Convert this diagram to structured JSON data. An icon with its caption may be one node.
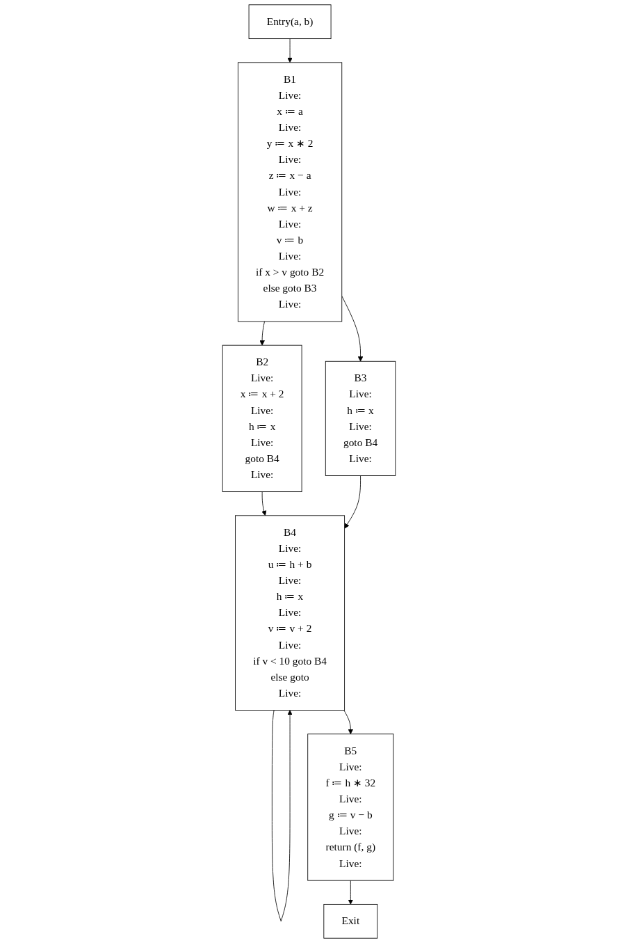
{
  "diagram": {
    "nodes": [
      {
        "text": [
          "Entry(a, b)"
        ]
      },
      {
        "text": [
          "B1",
          "Live:",
          "x ≔ a",
          "Live:",
          "y ≔ x ∗ 2",
          "Live:",
          "z ≔ x − a",
          "Live:",
          "w ≔ x + z",
          "Live:",
          "v ≔ b",
          "Live:",
          "if x > v goto B2",
          "else goto B3",
          "Live:"
        ]
      },
      {
        "text": [
          "B2",
          "Live:",
          "x ≔ x + 2",
          "Live:",
          "h ≔ x",
          "Live:",
          "goto B4",
          "Live:"
        ]
      },
      {
        "text": [
          "B3",
          "Live:",
          "h ≔ x",
          "Live:",
          "goto B4",
          "Live:"
        ]
      },
      {
        "text": [
          "B4",
          "Live:",
          "u ≔ h + b",
          "Live:",
          "h ≔ x",
          "Live:",
          "v ≔ v + 2",
          "Live:",
          "if v < 10 goto B4",
          "else goto",
          "Live:"
        ]
      },
      {
        "text": [
          "B5",
          "Live:",
          "f ≔ h ∗ 32",
          "Live:",
          "g ≔ v − b",
          "Live:",
          "return (f, g)",
          "Live:"
        ]
      },
      {
        "text": [
          "Exit"
        ]
      }
    ],
    "edges": [
      {
        "from": 0,
        "to": 1,
        "arrow": "to"
      },
      {
        "from": 1,
        "to": 2,
        "arrow": "to"
      },
      {
        "from": 1,
        "to": 3,
        "arrow": "to"
      },
      {
        "from": 2,
        "to": 4,
        "arrow": "to"
      },
      {
        "from": 3,
        "to": 4,
        "arrow": "to"
      },
      {
        "from": 4,
        "to": 4,
        "arrow": "to"
      },
      {
        "from": 4,
        "to": 5,
        "arrow": "to"
      },
      {
        "from": 5,
        "to": 6,
        "arrow": "to"
      }
    ]
  }
}
